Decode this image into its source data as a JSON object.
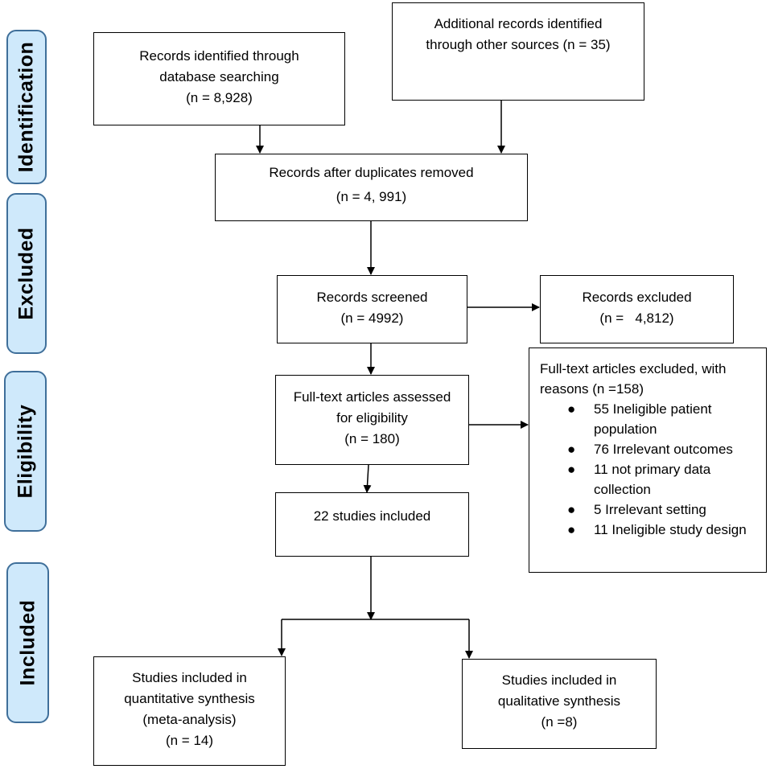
{
  "phases": {
    "identification": "Identification",
    "excluded": "Excluded",
    "eligibility": "Eligibility",
    "included": "Included"
  },
  "boxes": {
    "database_search": [
      "Records identified through",
      "database searching",
      "(n = 8,928)"
    ],
    "other_sources": [
      "Additional records identified",
      "through other sources (n = 35)"
    ],
    "duplicates_removed": [
      "Records after duplicates removed",
      "(n = 4, 991)"
    ],
    "screened": [
      "Records screened",
      "(n = 4992)"
    ],
    "records_excluded": [
      "Records excluded",
      "(n =   4,812)"
    ],
    "fulltext_assessed": [
      "Full-text articles assessed",
      "for eligibility",
      "(n = 180)"
    ],
    "studies_included": [
      "22 studies included"
    ],
    "quantitative": [
      "Studies included in",
      "quantitative synthesis",
      "(meta-analysis)",
      "(n = 14)"
    ],
    "qualitative": [
      "Studies included in",
      "qualitative synthesis",
      "(n =8)"
    ]
  },
  "fulltext_excluded": {
    "header": [
      "Full-text articles excluded, with",
      "reasons (n =158)"
    ],
    "reasons": [
      [
        "55 Ineligible patient",
        "population"
      ],
      [
        "76 Irrelevant outcomes"
      ],
      [
        "11 not primary data",
        "collection"
      ],
      [
        "5 Irrelevant setting"
      ],
      [
        "11 Ineligible study design"
      ]
    ]
  }
}
